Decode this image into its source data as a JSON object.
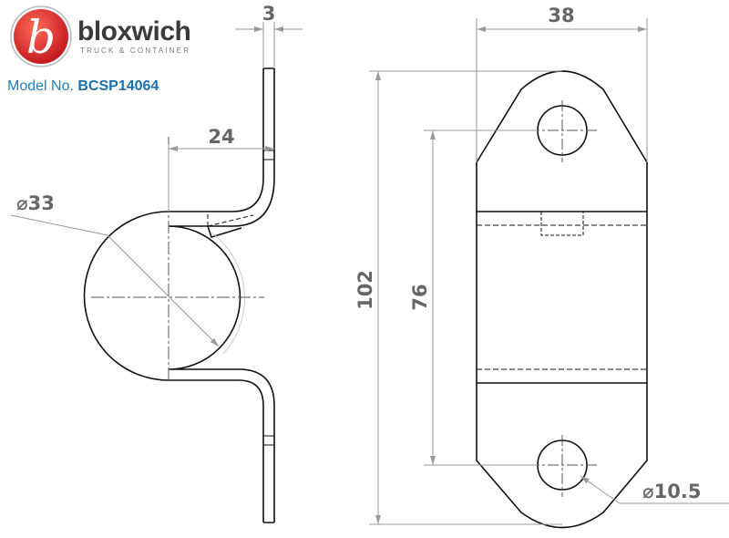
{
  "brand": {
    "name": "bloxwich",
    "tagline": "TRUCK & CONTAINER",
    "logo_letter": "b"
  },
  "model": {
    "label": "Model No.",
    "number": "BCSP14064"
  },
  "dimensions": {
    "thickness": "3",
    "offset": "24",
    "bore_diameter": "⌀33",
    "width": "38",
    "length": "102",
    "hole_centres": "76",
    "hole_diameter": "⌀10.5"
  },
  "colors": {
    "outline": "#111111",
    "dimension": "#999999",
    "text": "#666666",
    "brand_red": "#d8231f",
    "model_blue": "#1d7fc0"
  }
}
